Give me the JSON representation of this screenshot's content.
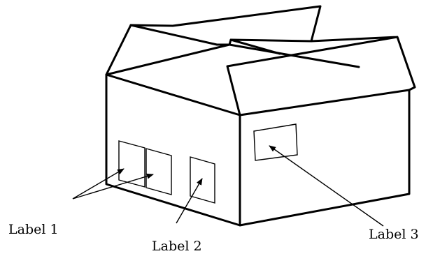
{
  "diagram": {
    "labels": {
      "label_1": "Label 1",
      "label_2": "Label 2",
      "label_3": "Label 3"
    }
  }
}
